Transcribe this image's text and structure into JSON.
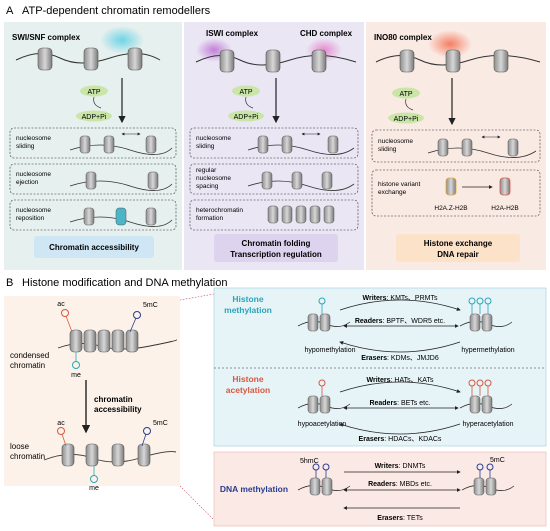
{
  "panelA": {
    "letter": "A",
    "title": "ATP-dependent chromatin remodellers",
    "col1": {
      "complex": "SWI/SNF complex",
      "atp": "ATP",
      "adp": "ADP+Pi",
      "boxes": [
        "nucleosome sliding",
        "nucleosome ejection",
        "nucleosome reposition"
      ],
      "outcome": "Chromatin accessibility"
    },
    "col2": {
      "complex1": "ISWI complex",
      "complex2": "CHD complex",
      "atp": "ATP",
      "adp": "ADP+Pi",
      "boxes": [
        "nucleosome sliding",
        "regular nucleosome spacing",
        "heterochromatin formation"
      ],
      "outcome_line1": "Chromatin folding",
      "outcome_line2": "Transcription regulation"
    },
    "col3": {
      "complex": "INO80 complex",
      "atp": "ATP",
      "adp": "ADP+Pi",
      "boxes": [
        "nucleosome sliding",
        "histone variant exchange"
      ],
      "from": "H2A.Z-H2B",
      "to": "H2A-H2B",
      "outcome_line1": "Histone exchange",
      "outcome_line2": "DNA repair"
    }
  },
  "panelB": {
    "letter": "B",
    "title": "Histone modification and DNA methylation",
    "left": {
      "ac": "ac",
      "me": "me",
      "fivemc": "5mC",
      "condensed_line1": "condensed",
      "condensed_line2": "chromatin",
      "arrow_line1": "chromatin",
      "arrow_line2": "accessibility",
      "loose_line1": "loose",
      "loose_line2": "chromatin",
      "ac2": "ac",
      "me2": "me",
      "fivemc2": "5mC"
    },
    "methylation": {
      "title_line1": "Histone",
      "title_line2": "methylation",
      "writers_label": "Writers",
      "writers": ": KMTs、PRMTs",
      "readers_label": "Readers",
      "readers": ": BPTF、WDR5 etc.",
      "erasers_label": "Erasers",
      "erasers": ": KDMs、JMJD6",
      "left": "hypomethylation",
      "right": "hypermethylation"
    },
    "acetylation": {
      "title_line1": "Histone",
      "title_line2": "acetylation",
      "writers_label": "Writers",
      "writers": ": HATs、KATs",
      "readers_label": "Readers",
      "readers": ": BETs etc.",
      "erasers_label": "Erasers",
      "erasers": ": HDACs、KDACs",
      "left": "hypoacetylation",
      "right": "hyperacetylation"
    },
    "dna": {
      "title": "DNA methylation",
      "writers_label": "Writers",
      "writers": ": DNMTs",
      "readers_label": "Readers",
      "readers": ": MBDs etc.",
      "erasers_label": "Erasers",
      "erasers": ": TETs",
      "left_mark": "5hmC",
      "right_mark": "5mC"
    }
  },
  "colors": {
    "col1_bg": "#e6f0ee",
    "col2_bg": "#eae6f4",
    "col3_bg": "#faeae4",
    "outcome1": "#cfe6f5",
    "outcome2": "#ddd3ee",
    "outcome3": "#fce2c9",
    "atp": "#c9e6a8",
    "meth_bg": "#e6f3f7",
    "ac_bg": "#e6f3f7",
    "dna_bg": "#fbe9e6",
    "left_bg": "#fcf2ea",
    "teal": "#2aa5b8",
    "red": "#d9573f",
    "blue": "#283d91"
  }
}
